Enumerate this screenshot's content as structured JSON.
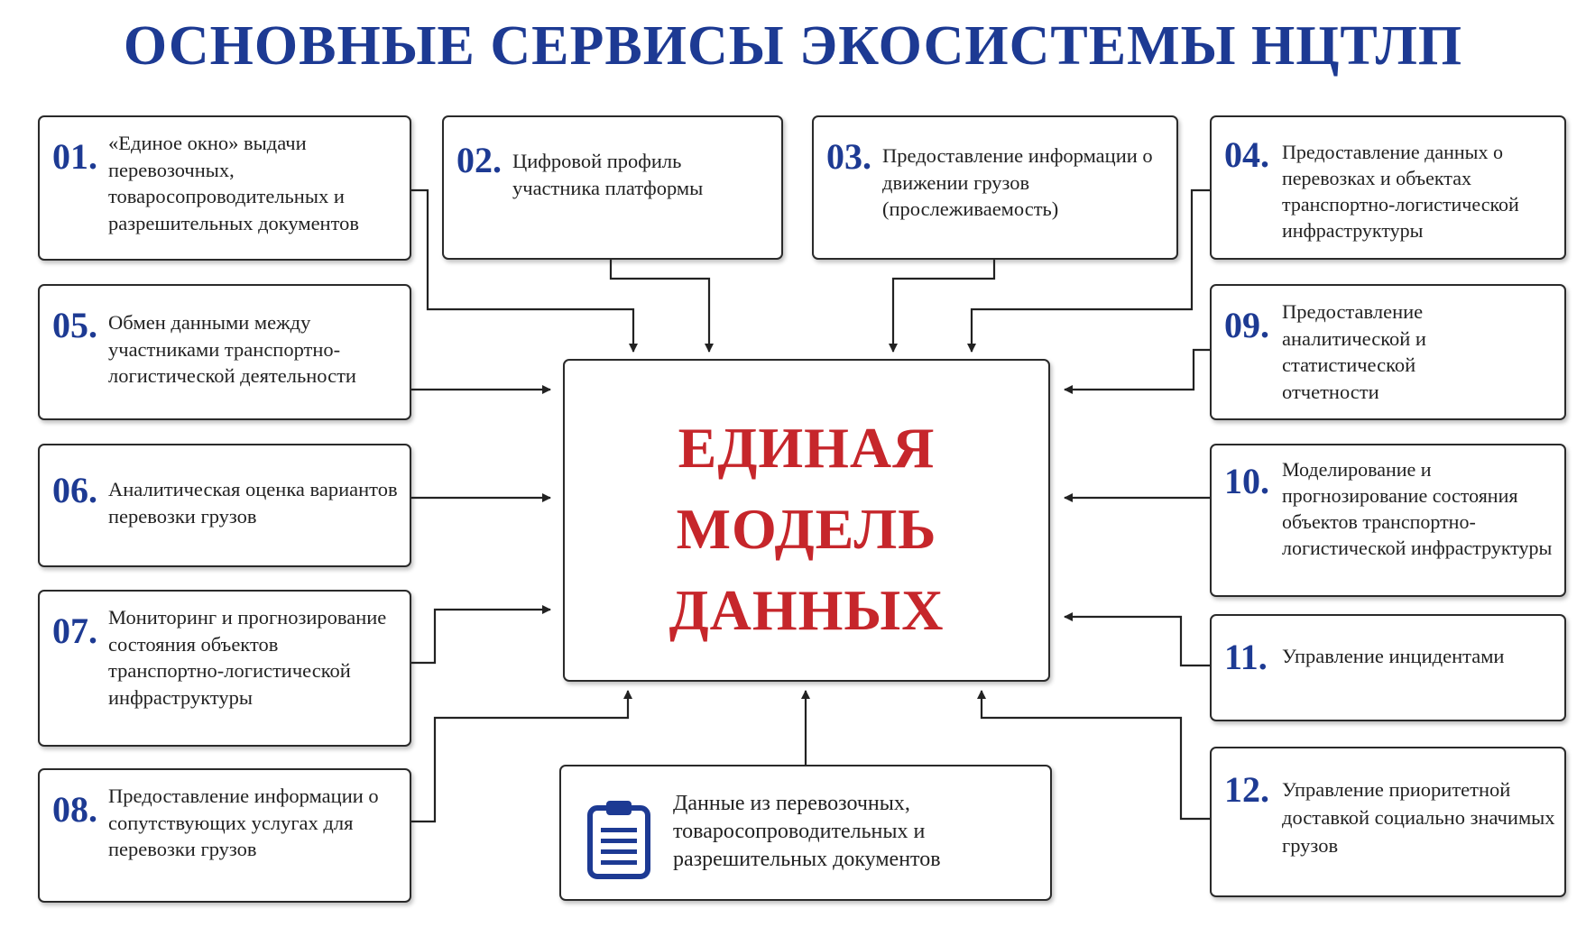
{
  "title": "ОСНОВНЫЕ СЕРВИСЫ ЭКОСИСТЕМЫ НЦТЛП",
  "center": {
    "line1": "ЕДИНАЯ",
    "line2": "МОДЕЛЬ",
    "line3": "ДАННЫХ"
  },
  "services": [
    {
      "num": "01.",
      "text": "«Единое окно» выдачи перевозочных, товаросопроводительных и разрешительных документов"
    },
    {
      "num": "02.",
      "text": "Цифровой профиль участника платформы"
    },
    {
      "num": "03.",
      "text": "Предоставление информации о движении грузов (прослеживаемость)"
    },
    {
      "num": "04.",
      "text": "Предоставление данных о перевозках и объектах транспортно-логистической инфраструктуры"
    },
    {
      "num": "05.",
      "text": "Обмен данными между участниками транспортно-логистической деятельности"
    },
    {
      "num": "06.",
      "text": "Аналитическая оценка вариантов перевозки грузов"
    },
    {
      "num": "07.",
      "text": "Мониторинг и прогнозирование состояния объектов транспортно-логистической инфраструктуры"
    },
    {
      "num": "08.",
      "text": "Предоставление информации о сопутствующих услугах для перевозки грузов"
    },
    {
      "num": "09.",
      "text": "Предоставление аналитической и статистической отчетности"
    },
    {
      "num": "10.",
      "text": "Моделирование и прогнозирование состояния объектов транспортно-логистической инфраструктуры"
    },
    {
      "num": "11.",
      "text": "Управление инцидентами"
    },
    {
      "num": "12.",
      "text": "Управление приоритетной доставкой социально значимых грузов"
    }
  ],
  "source": {
    "text": "Данные из перевозочных, товаросопроводительных и разрешительных документов",
    "icon": "clipboard-icon"
  },
  "colors": {
    "accent_blue": "#1d3a93",
    "accent_red": "#c6262b",
    "border": "#2a2a2a"
  }
}
